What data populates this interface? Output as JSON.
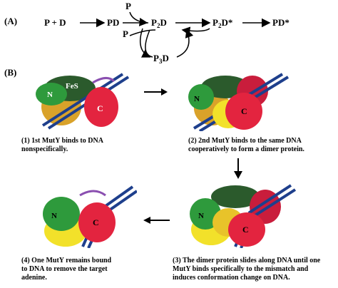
{
  "panelA": {
    "label": "(A)",
    "species": {
      "p_plus_d": "P  +  D",
      "pd": "PD",
      "p2d": "P",
      "p2d_sub": "2",
      "p2d_suffix": "D",
      "p2dstar": "P",
      "p2dstar_sub": "2",
      "p2dstar_suffix": "D*",
      "pdstar": "PD*",
      "p3d": "P",
      "p3d_sub": "3",
      "p3d_suffix": "D",
      "p_top": "P",
      "p_bottom": "P"
    }
  },
  "panelB": {
    "label": "(B)",
    "domain_labels": {
      "fes": "FeS",
      "n": "N",
      "c": "C"
    },
    "captions": {
      "step1": "(1) 1st MutY binds to DNA\nnonspecifically.",
      "step2": "(2) 2nd MutY binds to the same DNA\ncooperatively to form a dimer protein.",
      "step3": "(3) The dimer protein slides along DNA until one\nMutY binds specifically to the mismatch and\ninduces conformation change on DNA.",
      "step4": "(4) One MutY remains bound\nto DNA to remove the target\nadenine."
    }
  },
  "colors": {
    "green": "#2e9a3c",
    "dark_green": "#2b5a2c",
    "red": "#e3243f",
    "yellow": "#f2e12a",
    "orange": "#d9a22a",
    "dna": "#1e3f8c",
    "purple": "#8a4fb0"
  }
}
